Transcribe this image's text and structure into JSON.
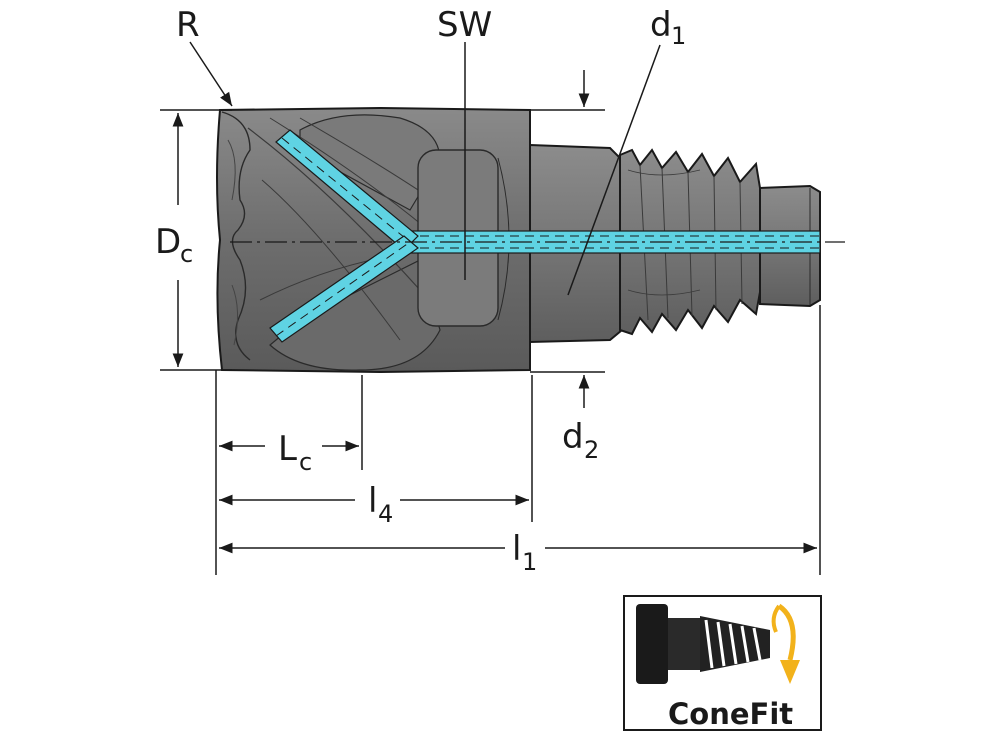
{
  "labels": {
    "R": "R",
    "SW": "SW",
    "d1_main": "d",
    "d1_sub": "1",
    "Dc_main": "D",
    "Dc_sub": "c",
    "d2_main": "d",
    "d2_sub": "2",
    "Lc_main": "L",
    "Lc_sub": "c",
    "l4_main": "l",
    "l4_sub": "4",
    "l1_main": "l",
    "l1_sub": "1"
  },
  "badge": {
    "text": "ConeFit",
    "arrow_color": "#f2b21b"
  },
  "colors": {
    "tool_body": "#6f6f6f",
    "coolant": "#5fd3e3",
    "line": "#1a1a1a"
  }
}
